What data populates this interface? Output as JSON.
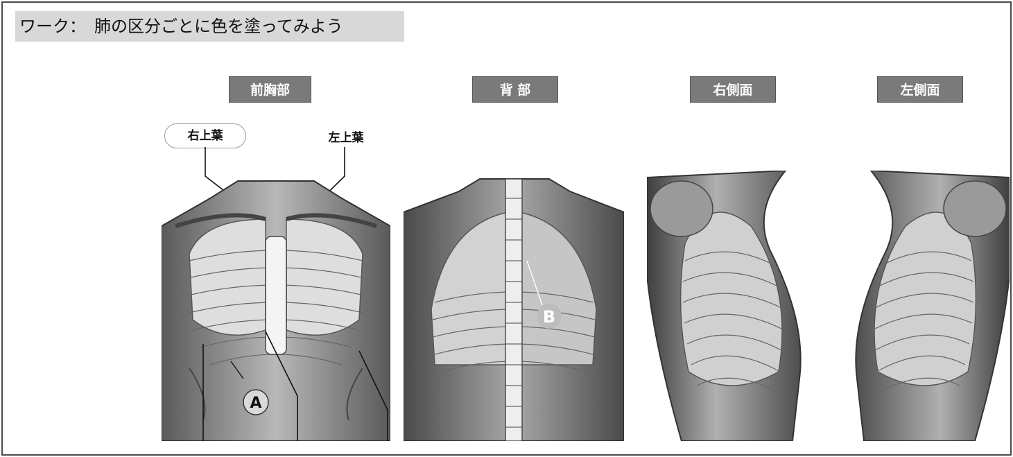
{
  "title": "ワーク：　肺の区分ごとに色を塗ってみよう",
  "views": {
    "front": "前胸部",
    "back": "背 部",
    "right_side": "右側面",
    "left_side": "左側面"
  },
  "lobes": {
    "right_upper": "右上葉",
    "left_upper": "左上葉"
  },
  "markers": {
    "a": "A",
    "b": "B"
  }
}
